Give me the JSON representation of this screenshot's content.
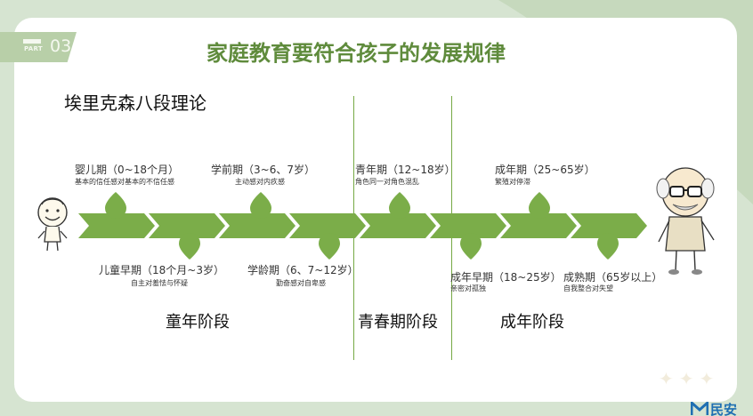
{
  "header": {
    "part_word": "PART",
    "part_number": "03",
    "title": "家庭教育要符合孩子的发展规律"
  },
  "subtitle": "埃里克森八段理论",
  "stages": [
    {
      "label": "婴儿期（0~18个月）",
      "desc": "基本的信任感对基本的不信任感"
    },
    {
      "label": "儿童早期（18个月~3岁）",
      "desc": "自主对羞怯与怀疑"
    },
    {
      "label": "学前期（3~6、7岁）",
      "desc": "主动感对内疚感"
    },
    {
      "label": "学龄期（6、7~12岁）",
      "desc": "勤奋感对自卑感"
    },
    {
      "label": "青年期（12~18岁）",
      "desc": "角色同一对角色混乱"
    },
    {
      "label": "成年早期（18~25岁）",
      "desc": "亲密对孤独"
    },
    {
      "label": "成年期（25~65岁）",
      "desc": "繁殖对停滞"
    },
    {
      "label": "成熟期（65岁以上）",
      "desc": "自我整合对失望"
    }
  ],
  "phases": [
    "童年阶段",
    "青春期阶段",
    "成年阶段"
  ],
  "decor": {
    "stars": "✦✦✦"
  },
  "logo": {
    "text": "民安"
  },
  "colors": {
    "accent": "#76a945",
    "title": "#5f8b3c",
    "tag": "#b8cfa8",
    "background": "#d6e4d1"
  },
  "icons": [
    "smiley-child-icon",
    "elderly-man-icon",
    "teardrop-marker-icon",
    "chevron-arrow-icon"
  ]
}
